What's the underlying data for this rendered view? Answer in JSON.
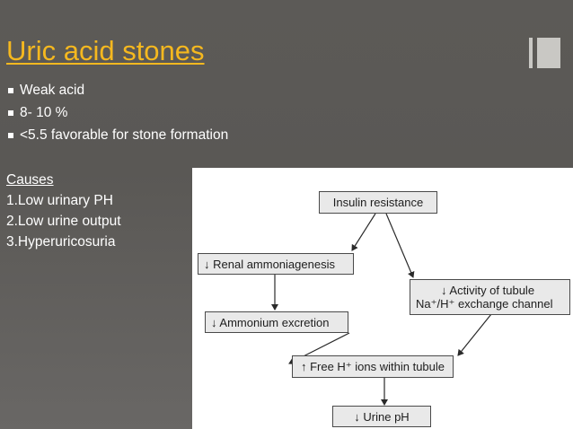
{
  "slide": {
    "title": "Uric acid stones",
    "bullets": [
      "Weak acid",
      "8- 10 %",
      "<5.5 favorable for stone formation"
    ],
    "causes_heading": "Causes",
    "causes": [
      "1.Low urinary PH",
      "2.Low urine output",
      "3.Hyperuricosuria"
    ]
  },
  "diagram": {
    "nodes": {
      "insulin": "Insulin resistance",
      "renal": "↓ Renal ammoniagenesis",
      "ammonium": "↓ Ammonium excretion",
      "tubule_line1": "↓ Activity of tubule",
      "tubule_line2": "Na⁺/H⁺ exchange channel",
      "free_h": "↑ Free H⁺ ions within tubule",
      "urine_ph": "↓ Urine pH"
    }
  },
  "colors": {
    "background": "#5c5a57",
    "title": "#f5b81f",
    "text": "#ffffff",
    "box_fill": "#e9e9e9"
  }
}
